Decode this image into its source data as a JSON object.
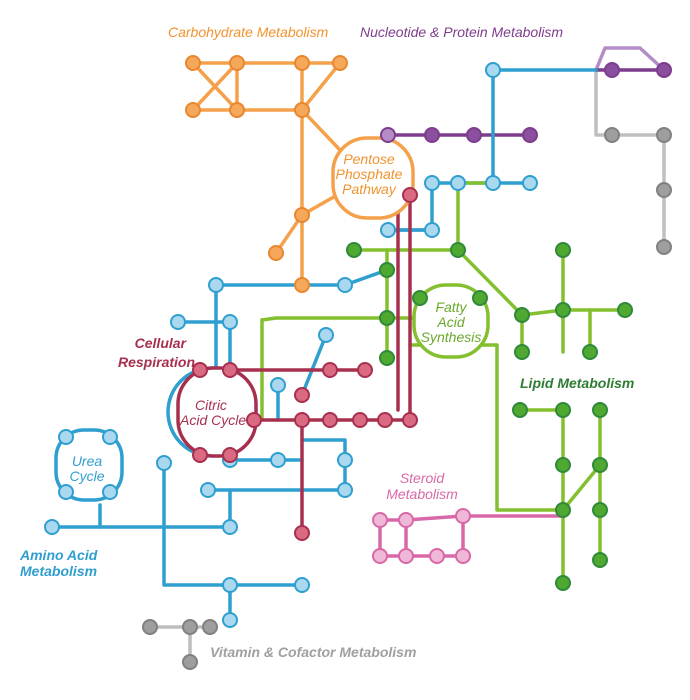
{
  "diagram": {
    "labels": {
      "carbohydrate": "Carbohydrate Metabolism",
      "nucleotide": "Nucleotide & Protein Metabolism",
      "pentose": "Pentose\nPhosphate\nPathway",
      "cellular": "Cellular\nRespiration",
      "citric": "Citric\nAcid Cycle",
      "fatty": "Fatty\nAcid\nSynthesis",
      "lipid": "Lipid Metabolism",
      "urea": "Urea\nCycle",
      "amino": "Amino Acid\nMetabolism",
      "steroid": "Steroid\nMetabolism",
      "vitamin": "Vitamin & Cofactor Metabolism"
    },
    "colors": {
      "carbohydrate": "#f5a04a",
      "carbohydrate_node": "#f6a85a",
      "nucleotide": "#7d3d8c",
      "nucleotide_node": "#8b4f9f",
      "nucleotide_light": "#b48cc6",
      "respiration": "#a8304f",
      "respiration_node": "#d96a82",
      "amino": "#2f9fd0",
      "amino_node": "#a9d8ef",
      "lipid": "#83bf2e",
      "lipid_node": "#4fa82f",
      "lipid_dark": "#2e8a3a",
      "steroid": "#d868a8",
      "steroid_node": "#f0b8d8",
      "vitamin": "#9a9a9a",
      "vitamin_node": "#9e9e9e"
    }
  }
}
